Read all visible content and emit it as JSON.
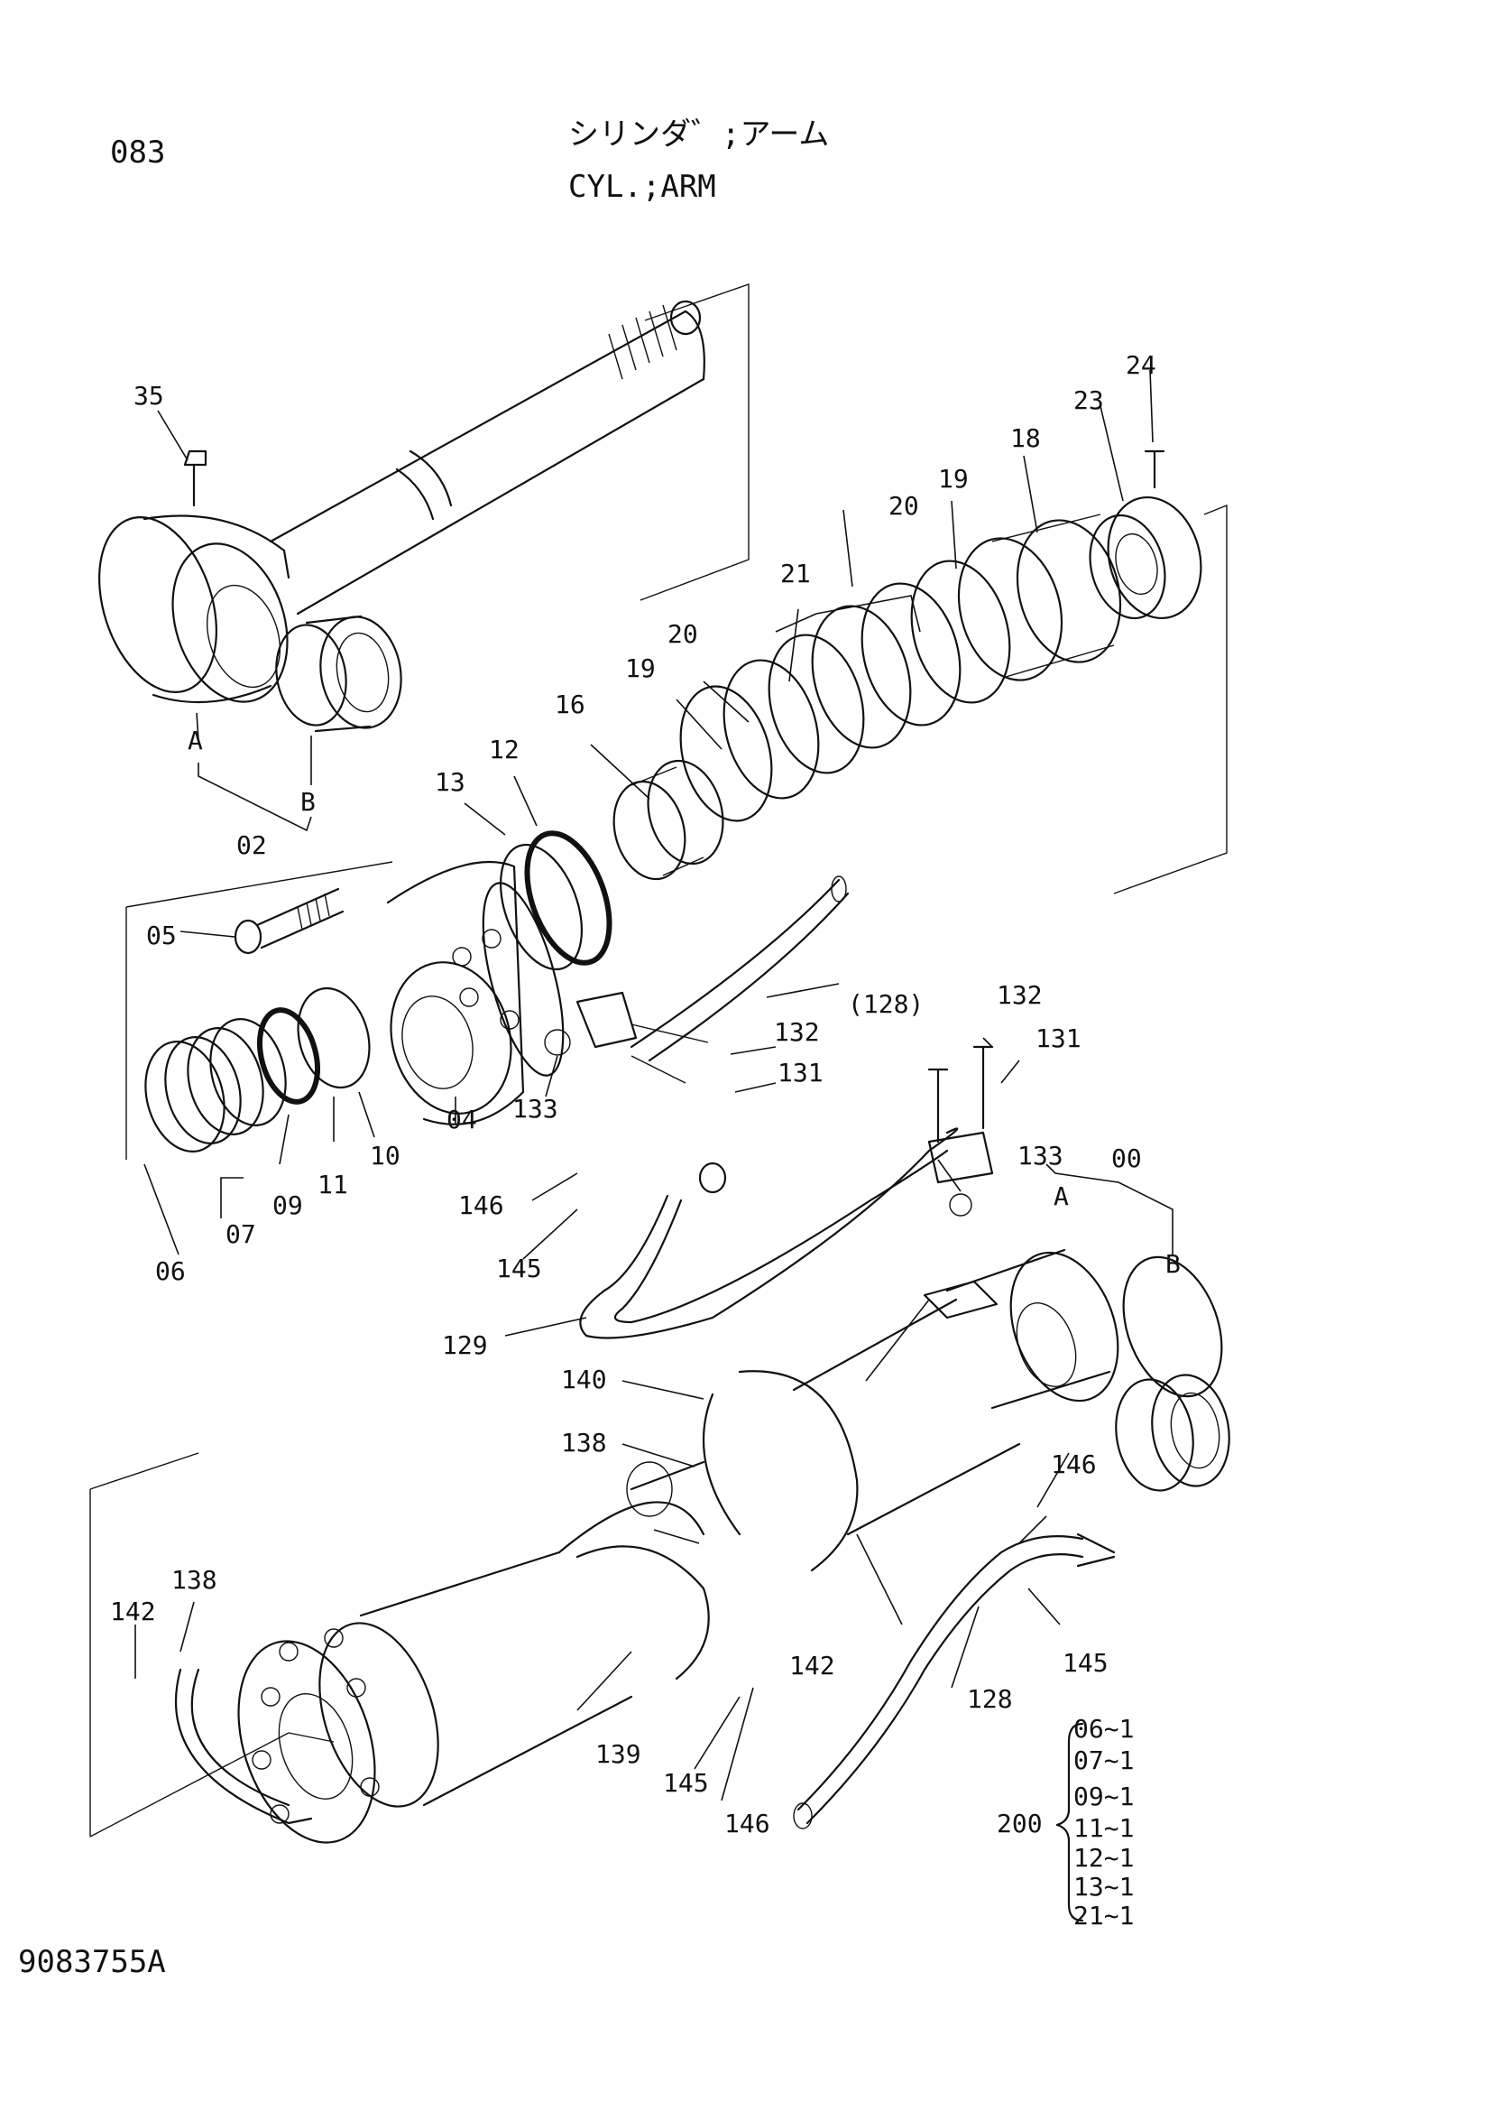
{
  "header": {
    "page_number": "083",
    "title_jp": "シリンダ゛;アーム",
    "title_en": "CYL.;ARM"
  },
  "footer": {
    "drawing_number": "9083755A"
  },
  "callouts": {
    "c35": "35",
    "cA1": "A",
    "cB1": "B",
    "c02": "02",
    "c13": "13",
    "c12": "12",
    "c16": "16",
    "c19a": "19",
    "c20a": "20",
    "c21": "21",
    "c20b": "20",
    "c19b": "19",
    "c18": "18",
    "c23": "23",
    "c24": "24",
    "c05": "05",
    "c04": "04",
    "c133a": "133",
    "c128p": "(128)",
    "c132a": "132",
    "c131a": "131",
    "c06": "06",
    "c07": "07",
    "c09": "09",
    "c11": "11",
    "c10": "10",
    "c132b": "132",
    "c131b": "131",
    "c133b": "133",
    "c00": "00",
    "cA2": "A",
    "cB2": "B",
    "c146a": "146",
    "c145a": "145",
    "c129": "129",
    "c140": "140",
    "c138a": "138",
    "c138b": "138",
    "c142a": "142",
    "c142b": "142",
    "c139": "139",
    "c145b": "145",
    "c146b": "146",
    "c146c": "146",
    "c145c": "145",
    "c128": "128"
  },
  "kit": {
    "kit_number": "200",
    "items": [
      "06~1",
      "07~1",
      "09~1",
      "11~1",
      "12~1",
      "13~1",
      "21~1"
    ]
  }
}
